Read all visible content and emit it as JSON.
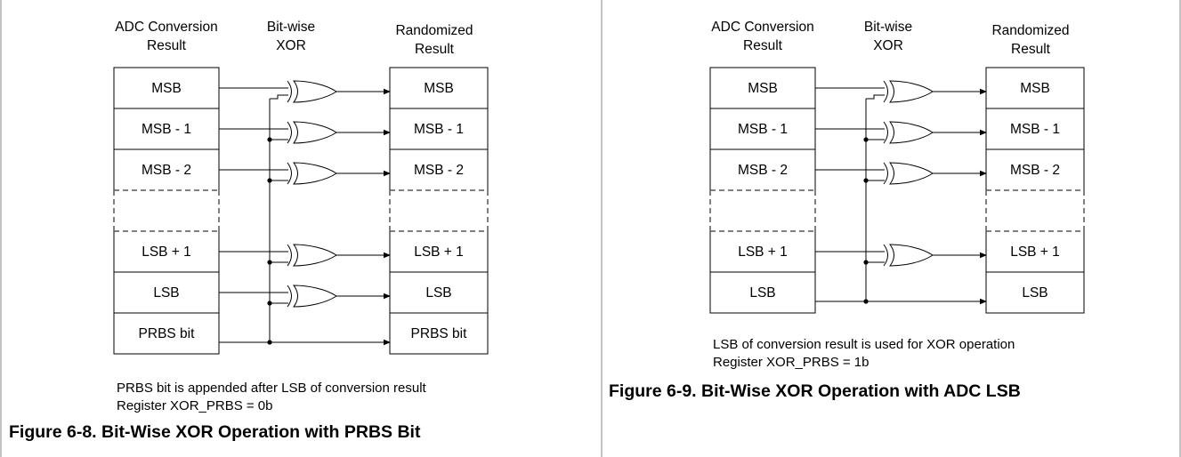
{
  "figures": [
    {
      "headers": {
        "adc": [
          "ADC Conversion",
          "Result"
        ],
        "xor": [
          "Bit-wise",
          "XOR"
        ],
        "randomized": [
          "Randomized",
          "Result"
        ]
      },
      "rows": [
        "MSB",
        "MSB - 1",
        "MSB - 2",
        "",
        "LSB + 1",
        "LSB",
        "PRBS bit"
      ],
      "note_lines": [
        "PRBS bit is appended after LSB of conversion result",
        "Register XOR_PRBS = 0b"
      ],
      "caption": "Figure 6-8. Bit-Wise XOR Operation with PRBS Bit"
    },
    {
      "headers": {
        "adc": [
          "ADC Conversion",
          "Result"
        ],
        "xor": [
          "Bit-wise",
          "XOR"
        ],
        "randomized": [
          "Randomized",
          "Result"
        ]
      },
      "rows": [
        "MSB",
        "MSB - 1",
        "MSB - 2",
        "",
        "LSB + 1",
        "LSB"
      ],
      "note_lines": [
        "LSB of conversion result is used for XOR operation",
        "Register XOR_PRBS = 1b"
      ],
      "caption": "Figure 6-9. Bit-Wise XOR Operation with ADC LSB"
    }
  ]
}
